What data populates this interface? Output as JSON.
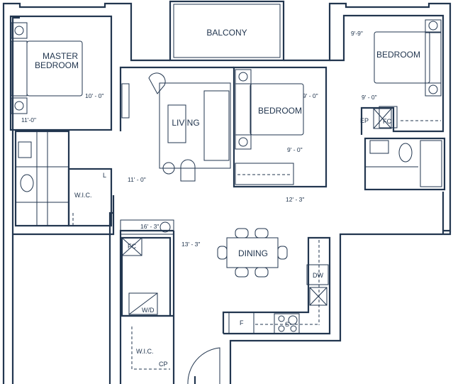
{
  "colors": {
    "line": "#22364f",
    "background": "#ffffff"
  },
  "rooms": {
    "balcony": "BALCONY",
    "master_line1": "MASTER",
    "master_line2": "BEDROOM",
    "living": "LIVING",
    "bedroom2": "BEDROOM",
    "bedroom3": "BEDROOM",
    "dining": "DINING",
    "wic_master": "W.I.C.",
    "wic_entry": "W.I.C."
  },
  "dimensions": {
    "master_width": "10' - 0\"",
    "master_length": "11'-0\"",
    "living_width": "11' - 0\"",
    "bedroom2_width": "9' - 0\"",
    "bedroom2_length": "9' - 0\"",
    "bedroom3_width": "9'-9\"",
    "bedroom3_length": "9' - 0\"",
    "dining_length": "12' - 3\"",
    "living_length": "16' - 3\"",
    "dining_width": "13' - 3\""
  },
  "fixtures": {
    "linen": "L",
    "fan_coil_1": "FC",
    "fan_coil_2": "FC",
    "electrical_panel": "EP",
    "washer_dryer": "W/D",
    "dishwasher": "DW",
    "fridge": "F",
    "stove": "S",
    "coat_pantry": "CP"
  }
}
